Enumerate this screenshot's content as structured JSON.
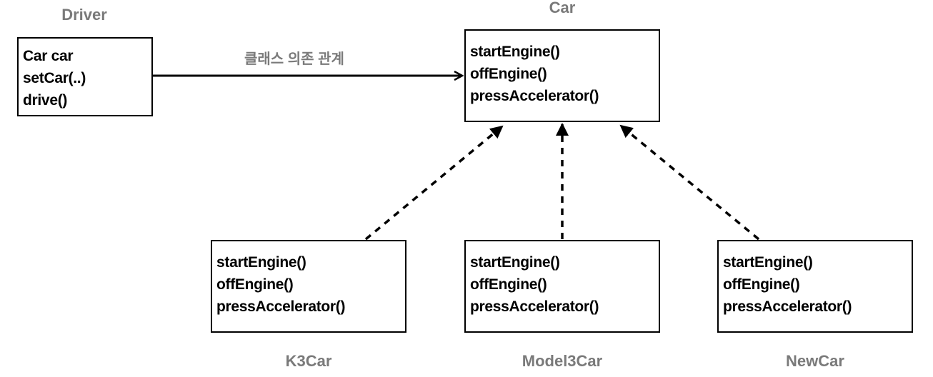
{
  "driver": {
    "title": "Driver",
    "lines": [
      "Car car",
      "setCar(..)",
      "drive()"
    ]
  },
  "car_interface": {
    "title": "Car",
    "lines": [
      "startEngine()",
      "offEngine()",
      "pressAccelerator()"
    ]
  },
  "relation_label": "클래스 의존 관계",
  "implementations": [
    {
      "title": "K3Car",
      "lines": [
        "startEngine()",
        "offEngine()",
        "pressAccelerator()"
      ]
    },
    {
      "title": "Model3Car",
      "lines": [
        "startEngine()",
        "offEngine()",
        "pressAccelerator()"
      ]
    },
    {
      "title": "NewCar",
      "lines": [
        "startEngine()",
        "offEngine()",
        "pressAccelerator()"
      ]
    }
  ]
}
